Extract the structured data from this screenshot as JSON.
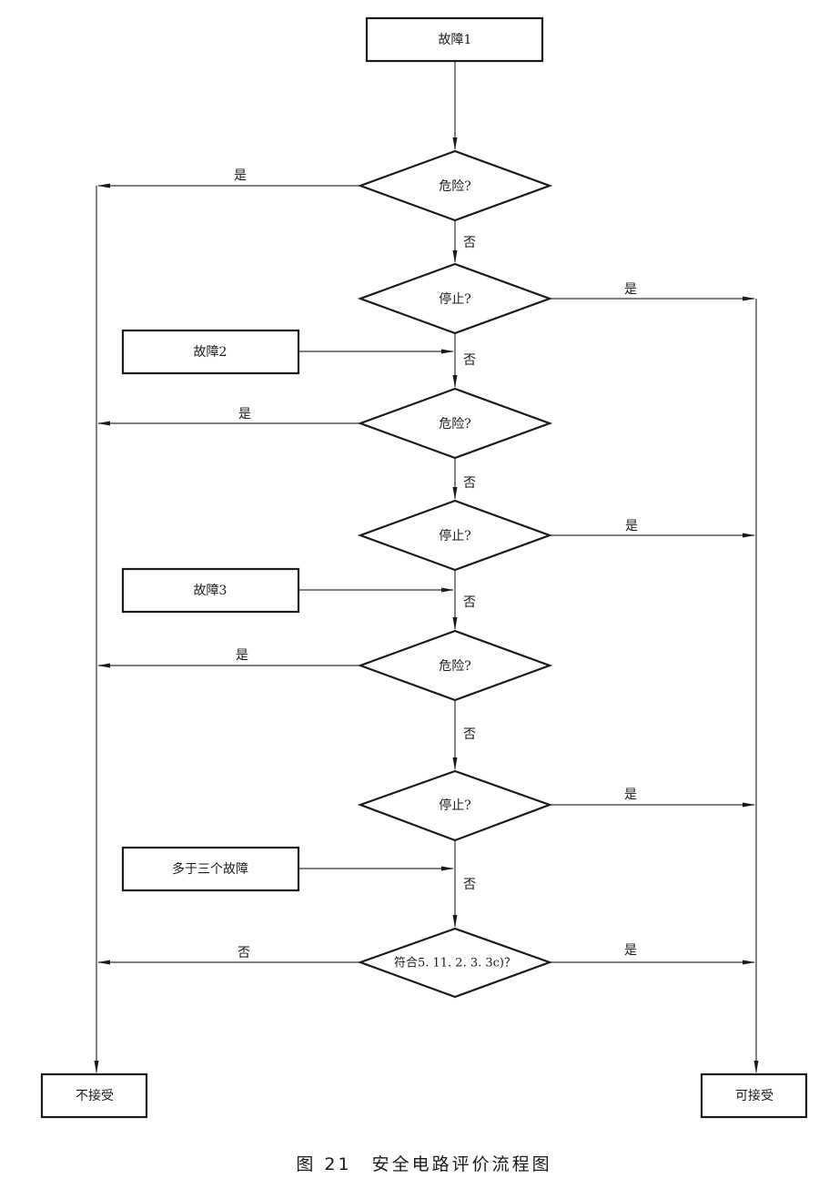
{
  "caption": "图 21　安全电路评价流程图",
  "nodes": {
    "fault1": "故障1",
    "fault2": "故障2",
    "fault3": "故障3",
    "fault_more": "多于三个故障",
    "danger1": "危险?",
    "stop1": "停止?",
    "danger2": "危险?",
    "stop2": "停止?",
    "danger3": "危险?",
    "stop3": "停止?",
    "comply": "符合5. 11. 2. 3. 3c)？",
    "reject": "不接受",
    "accept": "可接受"
  },
  "edge_labels": {
    "danger1_yes": "是",
    "danger1_no": "否",
    "stop1_yes": "是",
    "stop1_no": "否",
    "danger2_yes": "是",
    "danger2_no": "否",
    "stop2_yes": "是",
    "stop2_no": "否",
    "danger3_yes": "是",
    "danger3_no": "否",
    "stop3_yes": "是",
    "stop3_no": "否",
    "comply_no": "否",
    "comply_yes": "是"
  }
}
